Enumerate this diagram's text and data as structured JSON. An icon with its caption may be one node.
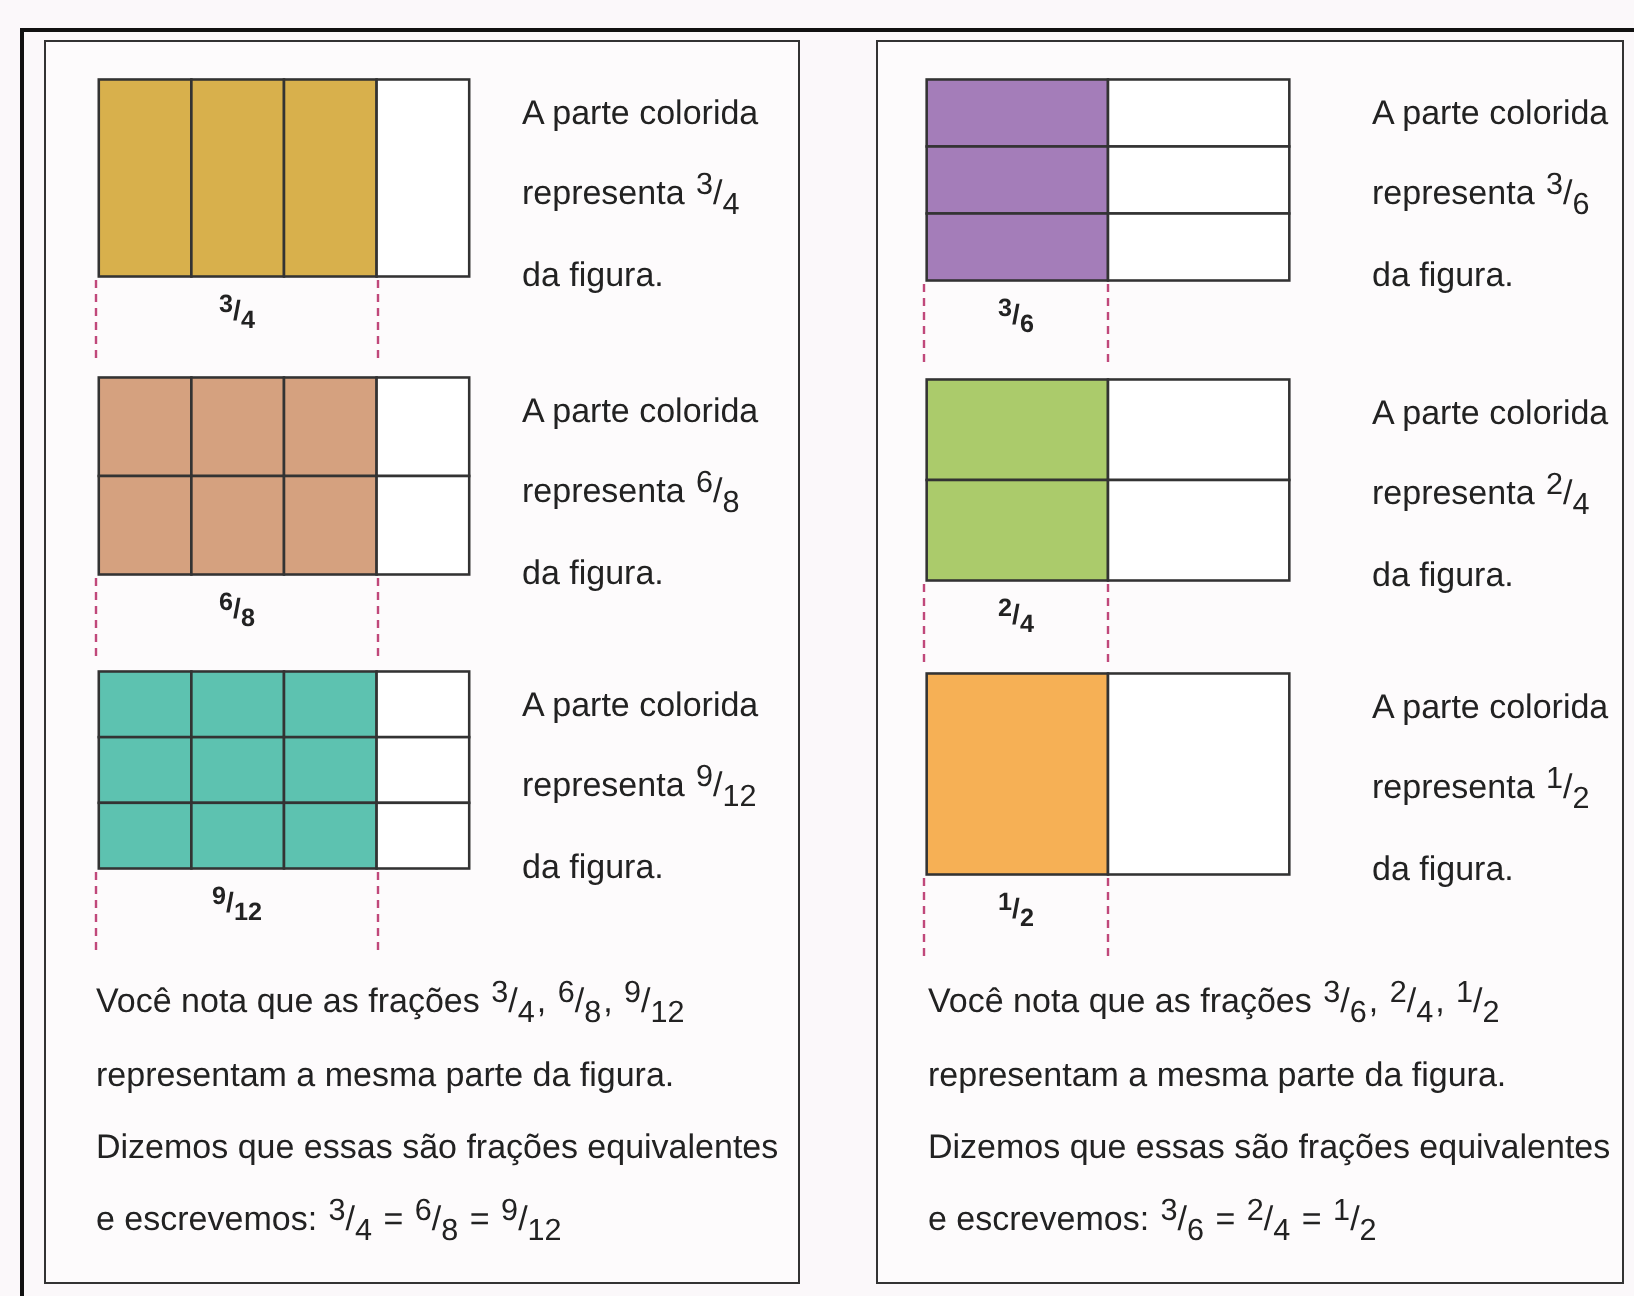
{
  "diagram": {
    "nodes": [
      {
        "text": [
          "Você nota que as frações 3/4, 6/8, 9/12 representam a mesma parte da figura. Dizemos que essas são frações equivalentes e escrevemos: 3/4 = 6/8 = 9/12"
        ]
      },
      {
        "text": [],
        "shape": "box",
        "in": 0,
        "beside": [
          "A parte colorida representa 3/4 da figura.",
          "3/4"
        ]
      },
      {
        "text": [],
        "shape": "box",
        "in": 0,
        "beside": [
          "A parte colorida representa 6/8 da figura.",
          "6/8"
        ]
      },
      {
        "text": [],
        "shape": "box",
        "in": 0,
        "beside": [
          "A parte colorida representa 9/12 da figura.",
          "9/12"
        ]
      },
      {
        "text": [
          "Você nota que as frações 3/6, 2/4, 1/2 representam a mesma parte da figura. Dizemos que essas são frações equivalentes e escrevemos: 3/6 = 2/4 = 1/2"
        ]
      },
      {
        "text": [],
        "shape": "box",
        "in": 4,
        "beside": [
          "A parte colorida representa 3/6 da figura.",
          "3/6"
        ]
      },
      {
        "text": [],
        "shape": "box",
        "in": 4,
        "beside": [
          "A parte colorida representa 2/4 da figura.",
          "2/4"
        ]
      },
      {
        "text": [],
        "shape": "box",
        "in": 4,
        "beside": [
          "A parte colorida representa 1/2 da figura.",
          "1/2"
        ]
      }
    ]
  }
}
